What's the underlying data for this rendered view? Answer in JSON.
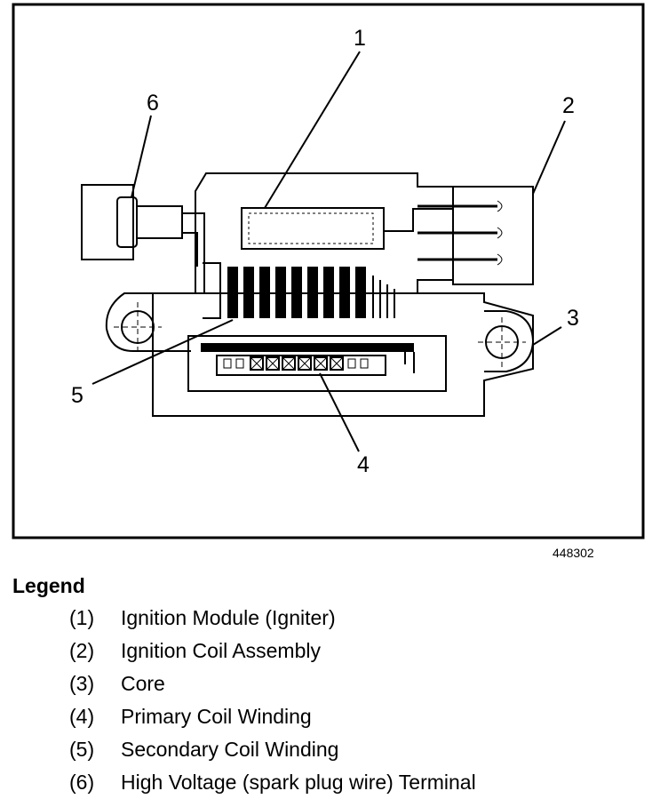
{
  "callouts": [
    "1",
    "2",
    "3",
    "4",
    "5",
    "6"
  ],
  "figure_id": "448302",
  "legend": {
    "title": "Legend",
    "items": [
      {
        "num": "(1)",
        "label": "Ignition Module (Igniter)"
      },
      {
        "num": "(2)",
        "label": "Ignition Coil Assembly"
      },
      {
        "num": "(3)",
        "label": "Core"
      },
      {
        "num": "(4)",
        "label": "Primary Coil Winding"
      },
      {
        "num": "(5)",
        "label": "Secondary Coil Winding"
      },
      {
        "num": "(6)",
        "label": "High Voltage (spark plug wire) Terminal"
      }
    ]
  }
}
